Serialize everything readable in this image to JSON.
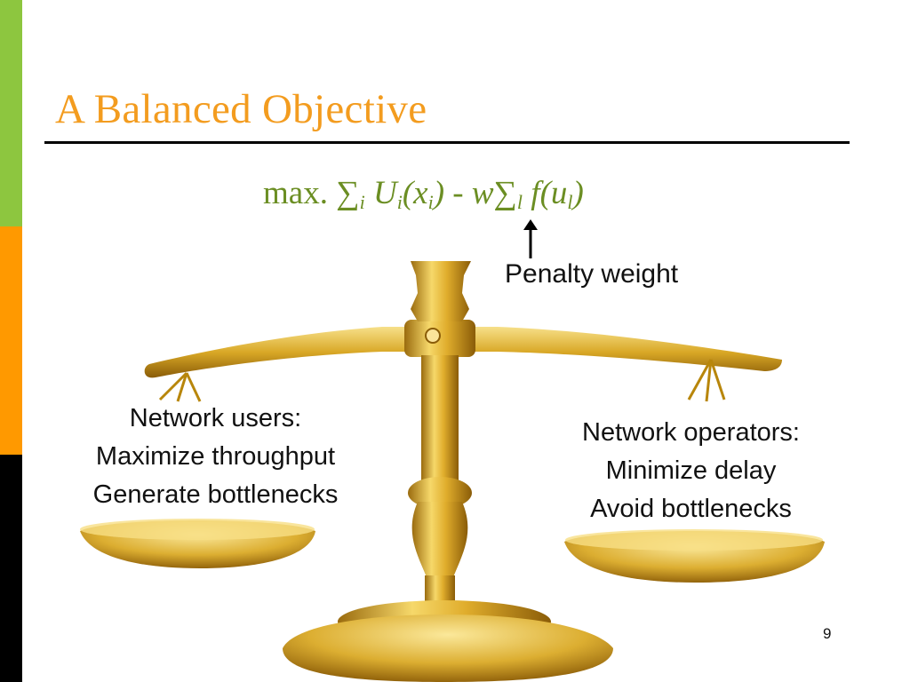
{
  "slide": {
    "title": "A Balanced Objective",
    "formula": {
      "max": "max.",
      "sum1": "∑",
      "sub_i": "i",
      "U": "U",
      "sub_i2": "i",
      "x_open": "(x",
      "sub_i3": "i",
      "x_close": ")",
      "minus_w": " - w",
      "sum2": "∑",
      "sub_l": "l",
      "f_open": " f(u",
      "sub_l2": "l",
      "f_close": ")"
    },
    "penalty_label": "Penalty weight",
    "left_caption": [
      "Network users:",
      "Maximize throughput",
      "Generate bottlenecks"
    ],
    "right_caption": [
      "Network operators:",
      "Minimize delay",
      "Avoid bottlenecks"
    ],
    "page_number": "9"
  },
  "colors": {
    "title": "#f39c1f",
    "formula": "#6b8e23",
    "sidebar_green": "#8dc63f",
    "sidebar_orange": "#ff9900",
    "sidebar_black": "#000000",
    "gold": "#d9a826"
  },
  "image": {
    "icon": "balance-scale-image"
  }
}
